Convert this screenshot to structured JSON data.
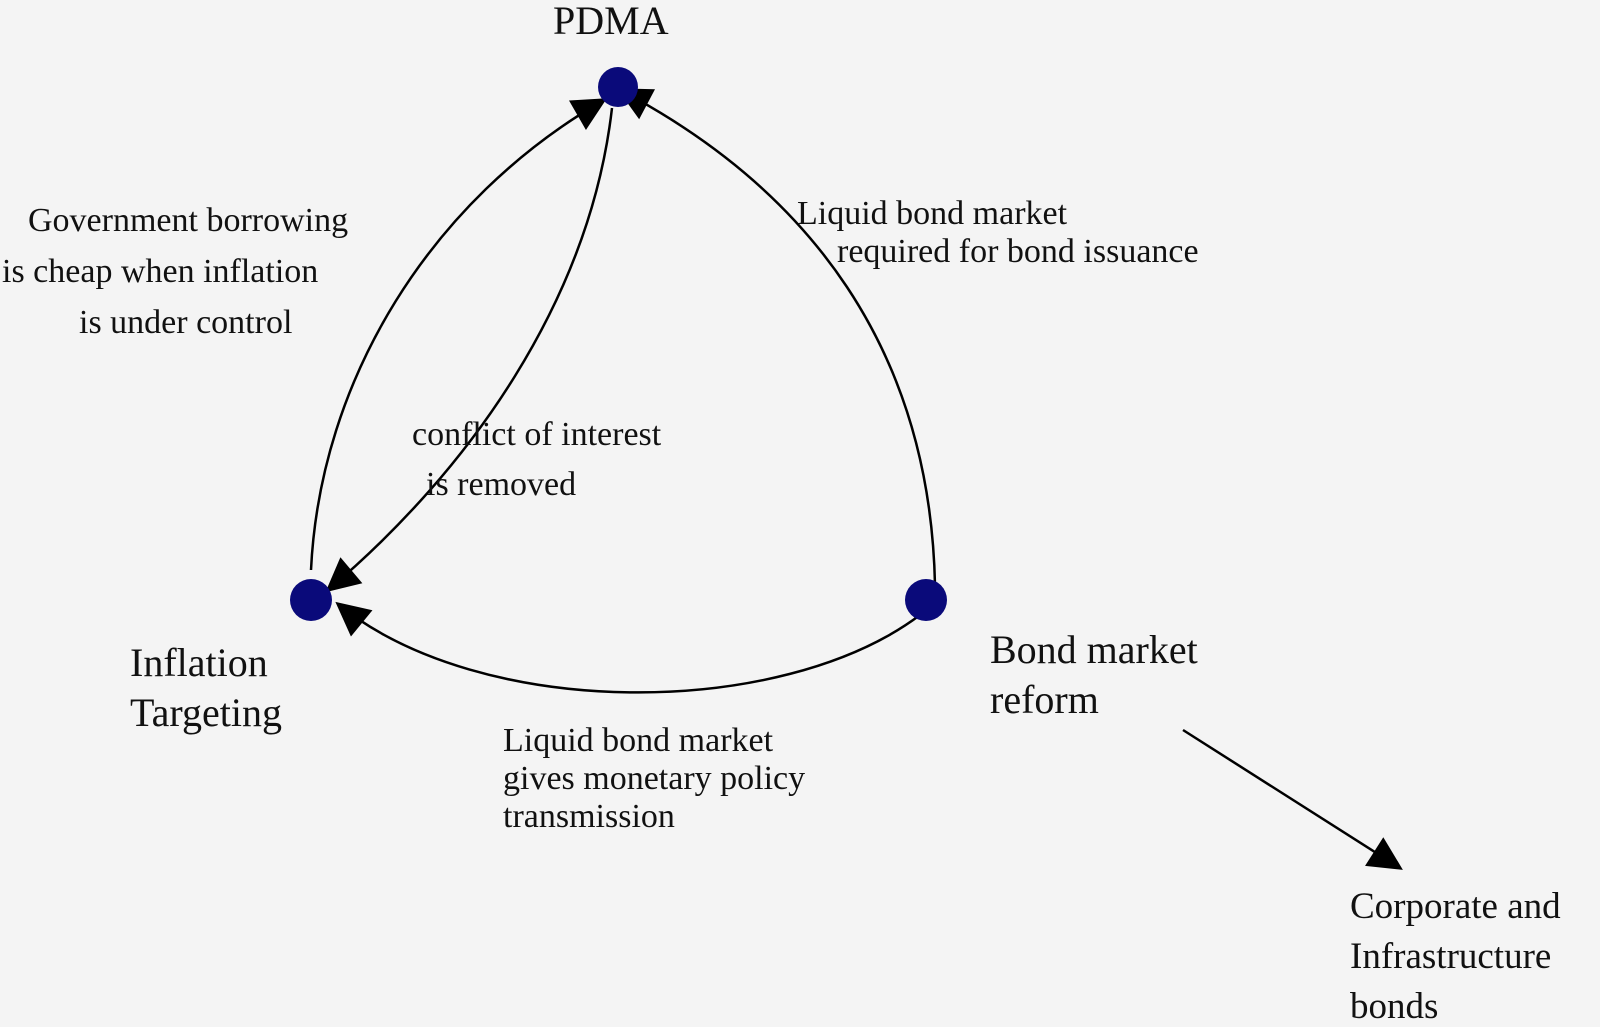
{
  "nodes": {
    "pdma": {
      "label": "PDMA",
      "color": "#0a0a7a"
    },
    "inflation_targeting": {
      "label_lines": [
        "Inflation",
        "Targeting"
      ],
      "color": "#0a0a7a"
    },
    "bond_market_reform": {
      "label_lines": [
        "Bond market",
        "reform"
      ],
      "color": "#0a0a7a"
    },
    "corporate_bonds": {
      "label_lines": [
        "Corporate and",
        "Infrastructure",
        "bonds"
      ]
    }
  },
  "edges": {
    "inflation_to_pdma": {
      "from": "Inflation Targeting",
      "to": "PDMA",
      "label_lines": [
        "Government borrowing",
        "is cheap when inflation",
        "is under control"
      ]
    },
    "pdma_to_inflation": {
      "from": "PDMA",
      "to": "Inflation Targeting",
      "label_lines": [
        "conflict of interest",
        "is removed"
      ]
    },
    "bond_to_pdma": {
      "from": "Bond market reform",
      "to": "PDMA",
      "label_lines": [
        "Liquid bond market",
        "required for bond issuance"
      ]
    },
    "bond_to_inflation": {
      "from": "Bond market reform",
      "to": "Inflation Targeting",
      "label_lines": [
        "Liquid bond market",
        "gives monetary policy",
        "transmission"
      ]
    },
    "bond_to_corporate": {
      "from": "Bond market reform",
      "to": "Corporate and Infrastructure bonds"
    }
  },
  "colors": {
    "node_fill": "#0a0a7a",
    "edge_stroke": "#000000",
    "background": "#f4f4f4"
  }
}
